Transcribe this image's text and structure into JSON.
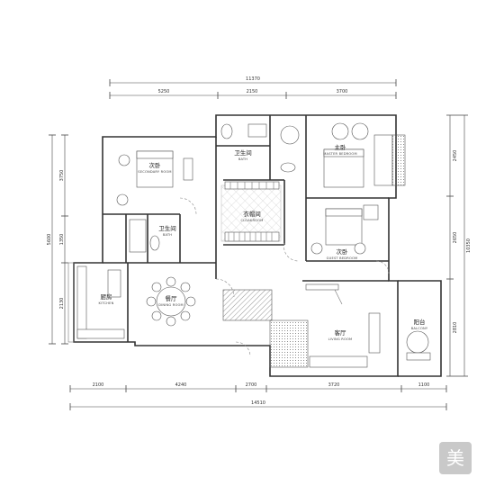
{
  "watermark": "美",
  "rooms": [
    {
      "id": "bedroom2",
      "cn": "次卧",
      "en": "SECONDARY ROOM"
    },
    {
      "id": "bath2",
      "cn": "卫生间",
      "en": "BATH"
    },
    {
      "id": "walkin",
      "cn": "衣帽间",
      "en": "CLOAKROOM"
    },
    {
      "id": "master",
      "cn": "主卧",
      "en": "MASTER BEDROOM"
    },
    {
      "id": "guest",
      "cn": "次卧",
      "en": "GUEST BEDROOM"
    },
    {
      "id": "kitchen",
      "cn": "厨房",
      "en": "KITCHEN"
    },
    {
      "id": "dining",
      "cn": "餐厅",
      "en": "DINING ROOM"
    },
    {
      "id": "living",
      "cn": "客厅",
      "en": "LIVING ROOM"
    },
    {
      "id": "balcony",
      "cn": "阳台",
      "en": "BALCONY"
    },
    {
      "id": "bath1",
      "cn": "卫生间",
      "en": "BATH"
    }
  ],
  "dimensions": {
    "top_total": "11370",
    "top_segments": [
      "5250",
      "2150",
      "3700"
    ],
    "bottom_segments": [
      "2100",
      "4240",
      "2700",
      "3720",
      "1100"
    ],
    "bottom_total": "14510",
    "left": [
      "3750",
      "1350",
      "2130",
      "5600"
    ],
    "right": [
      "2450",
      "2650",
      "2810",
      "10350"
    ]
  }
}
